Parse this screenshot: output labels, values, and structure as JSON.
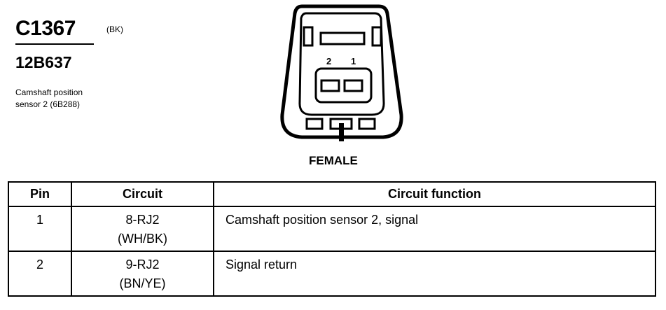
{
  "connector": {
    "id": "C1367",
    "color_code": "(BK)",
    "part_number": "12B637",
    "description_lines": [
      "Camshaft position",
      "sensor 2 (6B288)"
    ]
  },
  "diagram": {
    "pin_labels": [
      "2",
      "1"
    ],
    "view_label": "FEMALE"
  },
  "table": {
    "headers": [
      "Pin",
      "Circuit",
      "Circuit function"
    ],
    "rows": [
      {
        "pin": "1",
        "circuit_code": "8-RJ2",
        "circuit_wire": "(WH/BK)",
        "function": "Camshaft position sensor 2, signal"
      },
      {
        "pin": "2",
        "circuit_code": "9-RJ2",
        "circuit_wire": "(BN/YE)",
        "function": "Signal return"
      }
    ]
  }
}
